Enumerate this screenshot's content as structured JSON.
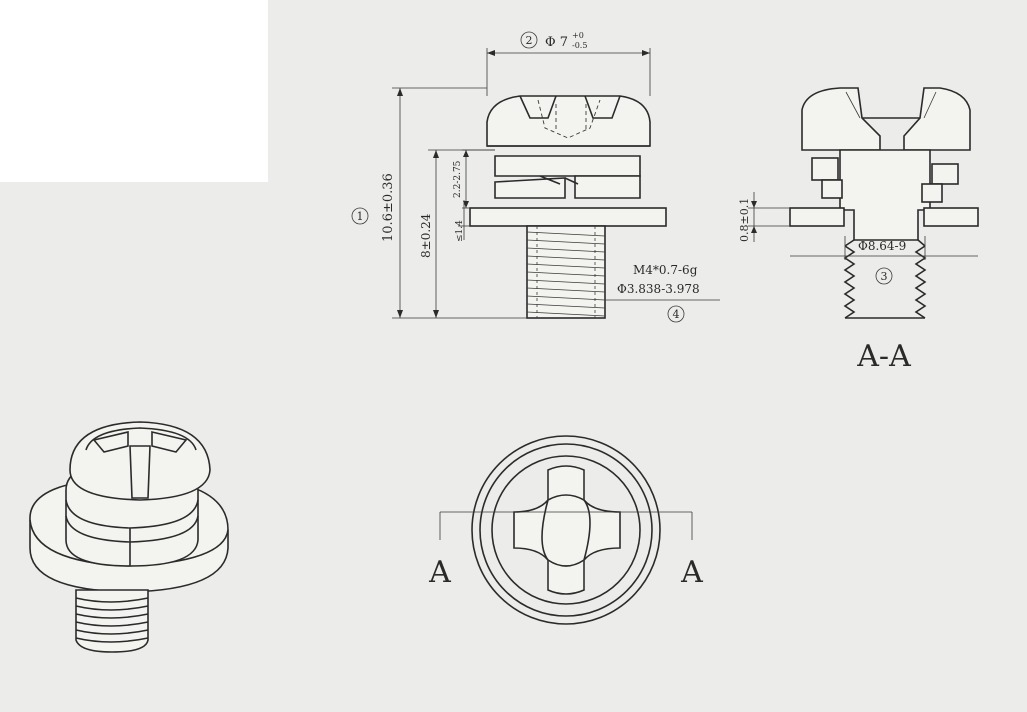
{
  "dimensions": {
    "head_diameter_base": "Φ 7",
    "head_diameter_tol_upper": "+0",
    "head_diameter_tol_lower": "-0.5",
    "total_length": "10.6±0.36",
    "thread_length": "8±0.24",
    "spring_washer_height": "2.2-2.75",
    "washer_thickness": "≤1.4",
    "thread_spec": "M4*0.7-6g",
    "thread_major_diameter": "Φ3.838-3.978",
    "section_thickness": "0.8±0.1",
    "section_diameter": "Φ8.64-9"
  },
  "callouts": {
    "c1": "1",
    "c2": "2",
    "c3": "3",
    "c4": "4"
  },
  "section": {
    "title": "A-A",
    "cut_left": "A",
    "cut_right": "A"
  }
}
